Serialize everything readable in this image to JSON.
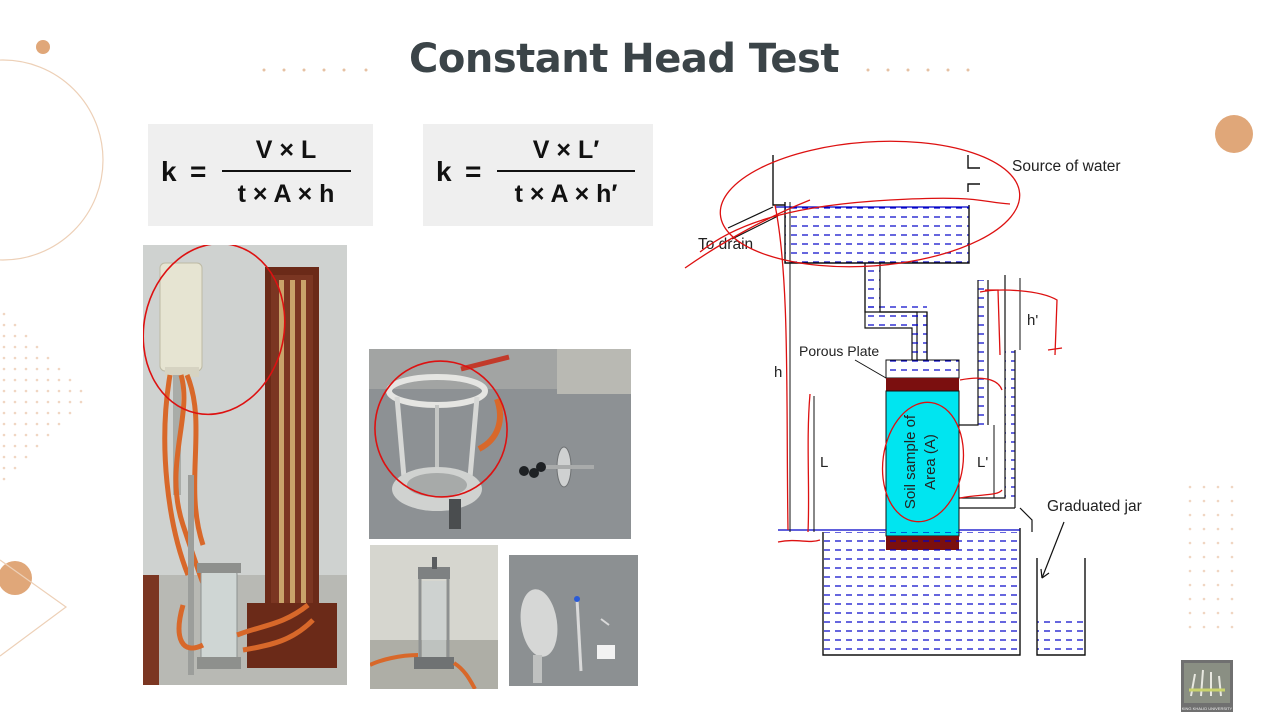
{
  "slide": {
    "title": "Constant Head Test",
    "colors": {
      "title": "#3b4448",
      "accent": "#e0a779",
      "water": "#0000c8",
      "sample": "#00e5f0",
      "annotation": "#dd1111"
    }
  },
  "formulas": [
    {
      "lhs": "k",
      "numerator": "V × L",
      "denominator": "t × A × h"
    },
    {
      "lhs": "k",
      "numerator": "V × L′",
      "denominator": "t × A × h′"
    }
  ],
  "diagram": {
    "source_of_water": "Source of water",
    "to_drain": "To drain",
    "porous_plate": "Porous Plate",
    "h_label": "h",
    "h_prime_label": "h'",
    "l_label": "L",
    "l_prime_label": "L'",
    "sample_label_line1": "Soil sample of",
    "sample_label_line2": "Area (A)",
    "graduated_jar": "Graduated jar"
  },
  "photos": [
    {
      "name": "permeameter-apparatus-photo"
    },
    {
      "name": "permeameter-cell-top-photo"
    },
    {
      "name": "permeameter-cell-side-photo"
    },
    {
      "name": "accessories-photo"
    }
  ],
  "logo": {
    "name": "king-khalid-university-logo",
    "caption": "KING KHALID UNIVERSITY"
  }
}
